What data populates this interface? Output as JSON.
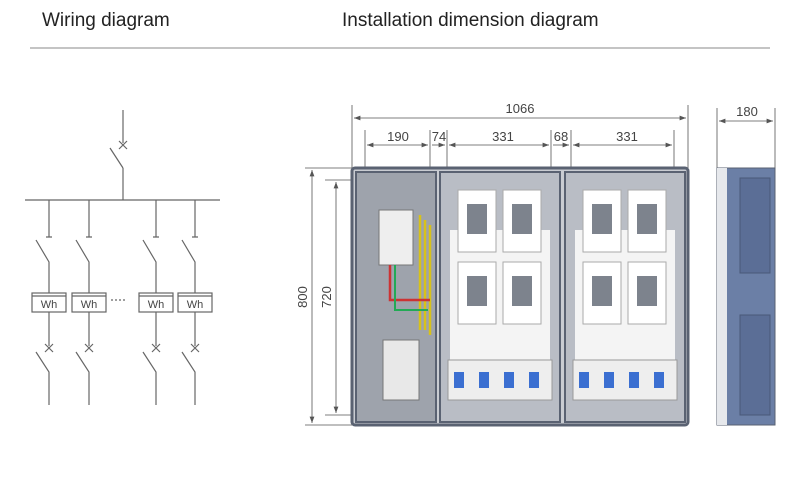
{
  "header": {
    "wiring_title": "Wiring diagram",
    "installation_title": "Installation dimension diagram"
  },
  "wiring": {
    "meter_label": "Wh",
    "branches": 4
  },
  "dimensions": {
    "overall_width": "1066",
    "segments": [
      "190",
      "74",
      "331",
      "68",
      "331"
    ],
    "depth": "180",
    "overall_height": "800",
    "inner_height": "720"
  },
  "colors": {
    "line": "#555555",
    "cabinet_frame": "#5a6272",
    "side_panel": "#6b7fa6"
  }
}
